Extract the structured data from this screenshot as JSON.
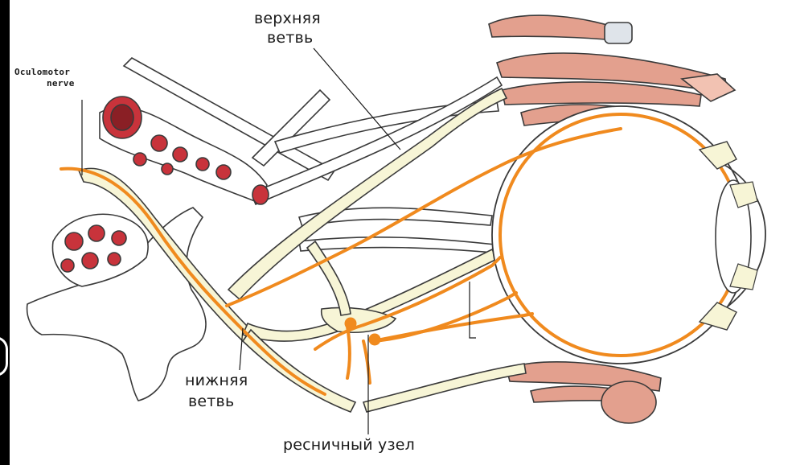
{
  "labels": {
    "upper_branch_line1": "верхняя",
    "upper_branch_line2": "ветвь",
    "oculomotor_line1": "Oculomotor",
    "oculomotor_line2": "nerve",
    "lower_branch_line1": "нижняя",
    "lower_branch_line2": "ветвь",
    "ciliary_ganglion": "ресничный узел"
  },
  "colors": {
    "background": "#000000",
    "panel": "#ffffff",
    "nerve_fill": "#f7f5d6",
    "nerve_stroke": "#3a3a3a",
    "orange_pathway": "#f08a1e",
    "muscle": "#e3a08e",
    "artery": "#c8333b",
    "eyeball": "#ffffff"
  },
  "icons": {
    "left_edge": "partial-circle-glyph"
  }
}
